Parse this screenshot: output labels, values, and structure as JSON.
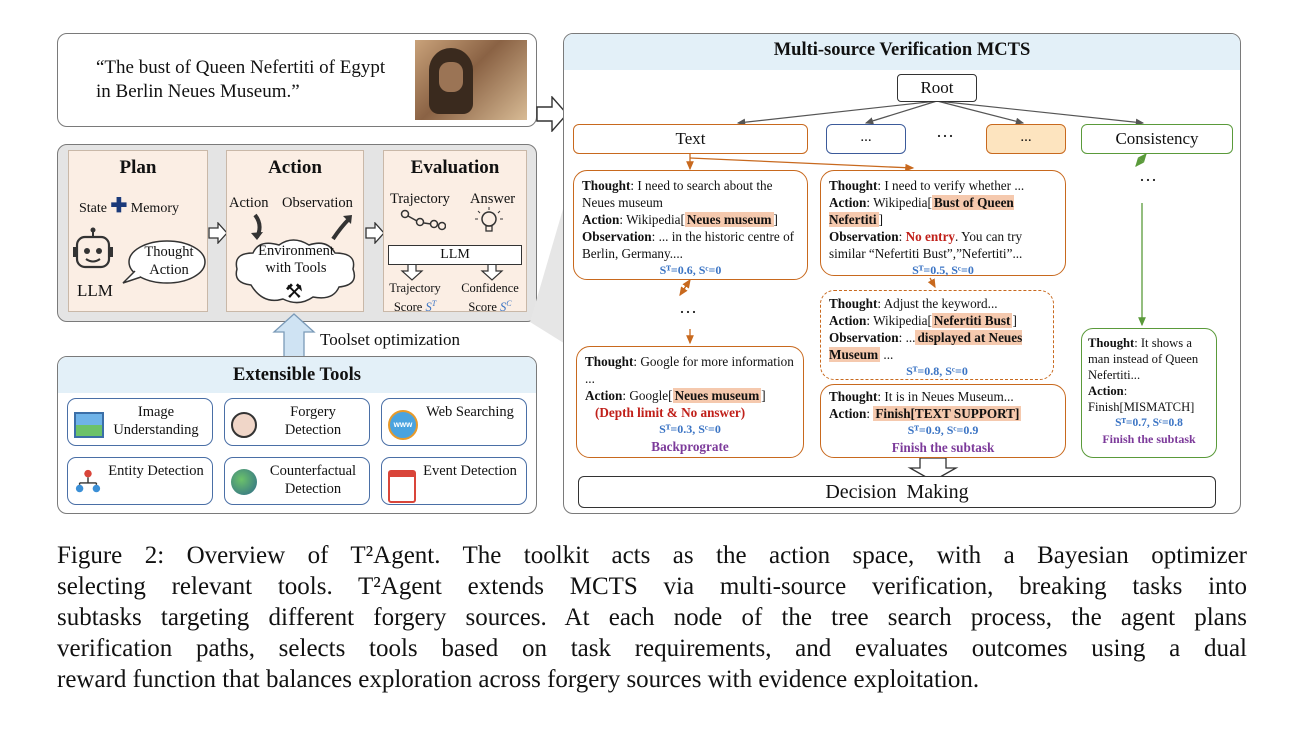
{
  "quote": "“The bust of Queen Nefertiti of Egypt in Berlin Neues Museum.”",
  "plan": {
    "title": "Plan",
    "state": "State",
    "memory": "Memory",
    "thought": "Thought",
    "action": "Action",
    "llm": "LLM"
  },
  "action": {
    "title": "Action",
    "action": "Action",
    "observation": "Observation",
    "environment": "Environment with Tools"
  },
  "evaluation": {
    "title": "Evaluation",
    "trajectory": "Trajectory",
    "answer": "Answer",
    "llm": "LLM",
    "trajectory_score": "Trajectory Score",
    "trajectory_score_sym": "S",
    "trajectory_score_sup": "T",
    "confidence_score": "Confidence Score",
    "confidence_score_sym": "S",
    "confidence_score_sup": "C"
  },
  "toolset_optimization": "Toolset optimization",
  "extensible_tools": {
    "title": "Extensible Tools",
    "items": [
      "Image Understanding",
      "Forgery Detection",
      "Web Searching",
      "Entity Detection",
      "Counterfactual Detection",
      "Event Detection"
    ]
  },
  "mcts": {
    "title": "Multi-source Verification MCTS",
    "root": "Root",
    "text": "Text",
    "dots1": "...",
    "dots_mid": "···",
    "dots2": "...",
    "consistency": "Consistency",
    "ellipsis": "···",
    "decision": "Decision  Making",
    "node1": {
      "thought_k": "Thought",
      "thought": ": I need to search about the Neues museum",
      "action_k": "Action",
      "action_pre": ": Wikipedia[",
      "action_hl": "Neues museum",
      "action_post": "]",
      "obs_k": "Observation",
      "obs": ": ... in the historic centre of Berlin, Germany....",
      "score": "Sᵀ=0.6, Sᶜ=0"
    },
    "node2": {
      "thought_k": "Thought",
      "thought": ": I need to verify whether ...",
      "action_k": "Action",
      "action_pre": ": Wikipedia[",
      "action_hl": "Bust of Queen Nefertiti",
      "action_post": "]",
      "obs_k": "Observation",
      "obs_red": "No entry",
      "obs": ". You can try similar “Nefertiti Bust”,”Nefertiti”...",
      "score": "Sᵀ=0.5, Sᶜ=0"
    },
    "node3": {
      "thought_k": "Thought",
      "thought": ": Adjust the keyword...",
      "action_k": "Action",
      "action_pre": ": Wikipedia[",
      "action_hl": "Nefertiti Bust",
      "action_post": "]",
      "obs_k": "Observation",
      "obs_pre": ": ...",
      "obs_hl": "displayed at Neues Museum",
      "obs_post": " ...",
      "score": "Sᵀ=0.8, Sᶜ=0"
    },
    "node4": {
      "thought_k": "Thought",
      "thought": ": Google for more information ...",
      "action_k": "Action",
      "action_pre": ": Google[",
      "action_hl": "Neues museum",
      "action_post": "]",
      "red": "(Depth limit & No answer)",
      "score": "Sᵀ=0.3, Sᶜ=0",
      "status": "Backprograte"
    },
    "node5": {
      "thought_k": "Thought",
      "thought": ": It is in Neues Museum...",
      "action_k": "Action",
      "action_hl": "Finish[TEXT SUPPORT]",
      "score": "Sᵀ=0.9, Sᶜ=0.9",
      "status": "Finish the subtask"
    },
    "node6": {
      "thought_k": "Thought",
      "thought": ":  It shows a man  instead of Queen Nefertiti...",
      "action_k": "Action",
      "action": ": Finish[MISMATCH]",
      "score": "Sᵀ=0.7, Sᶜ=0.8",
      "status": "Finish the subtask"
    }
  },
  "caption": {
    "l1": "Figure 2: Overview of T²Agent. The toolkit acts as the action space, with a Bayesian optimizer",
    "l2": "selecting relevant tools. T²Agent  extends MCTS via multi-source verification, breaking tasks into",
    "l3": "subtasks targeting different forgery sources. At each node of the tree search process, the agent plans",
    "l4": "verification paths, selects tools based on task requirements, and evaluates outcomes using a dual",
    "l5": "reward function that balances exploration across forgery sources with evidence exploitation."
  }
}
